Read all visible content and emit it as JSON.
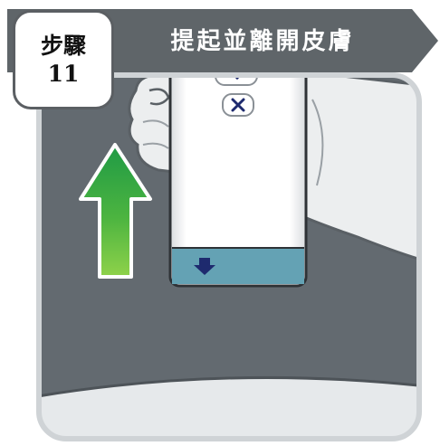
{
  "step": {
    "label": "步驟",
    "number": "11"
  },
  "title": "提起並離開皮膚",
  "colors": {
    "banner": "#5f6569",
    "panel_background": "#636a70",
    "panel_border": "#cfd3d6",
    "arrow_green": "#3fae3a",
    "device_window": "#64a2b4"
  },
  "icons": {
    "up_arrow": "arrow-up-icon",
    "down_arrow": "arrow-down-icon",
    "close_x": "x-icon",
    "chevron": "chevron-down-icon"
  }
}
